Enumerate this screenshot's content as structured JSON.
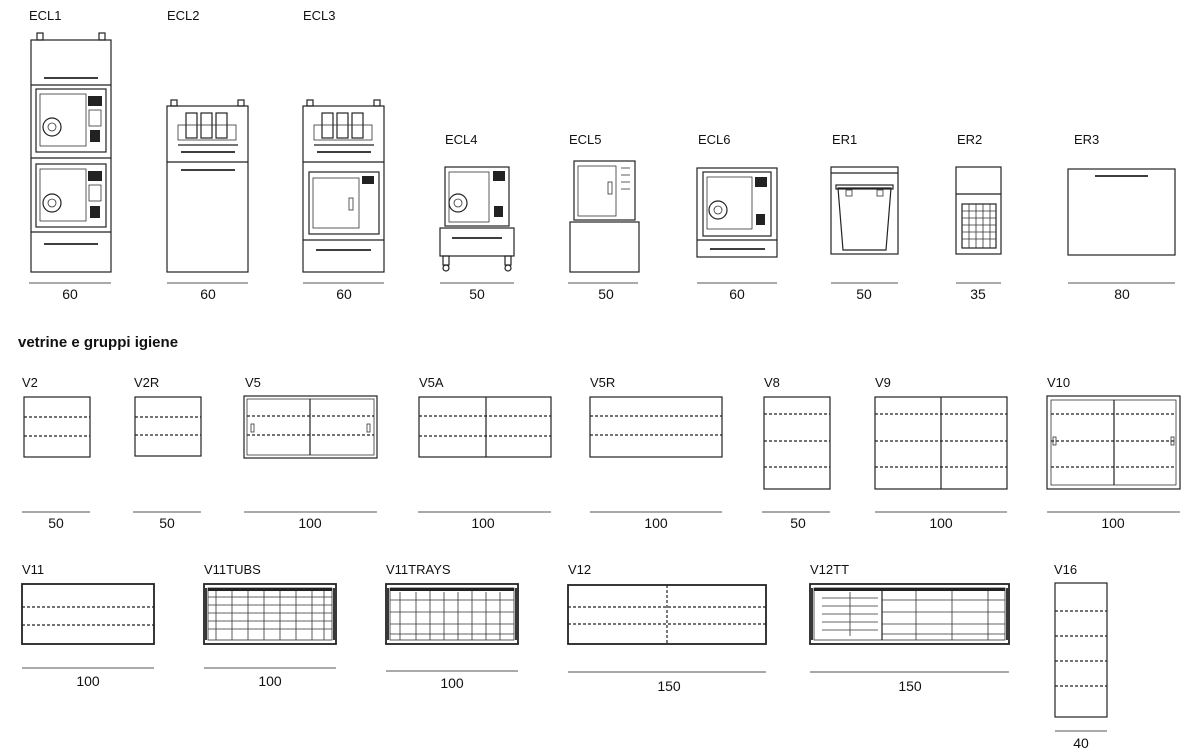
{
  "section_title": "vetrine e gruppi igiene",
  "colors": {
    "line": "#222222",
    "background": "#ffffff"
  },
  "units": [
    {
      "code": "ECL1",
      "width": "60"
    },
    {
      "code": "ECL2",
      "width": "60"
    },
    {
      "code": "ECL3",
      "width": "60"
    },
    {
      "code": "ECL4",
      "width": "50"
    },
    {
      "code": "ECL5",
      "width": "50"
    },
    {
      "code": "ECL6",
      "width": "60"
    },
    {
      "code": "ER1",
      "width": "50"
    },
    {
      "code": "ER2",
      "width": "35"
    },
    {
      "code": "ER3",
      "width": "80"
    }
  ],
  "vetrine_row1": [
    {
      "code": "V2",
      "width": "50"
    },
    {
      "code": "V2R",
      "width": "50"
    },
    {
      "code": "V5",
      "width": "100"
    },
    {
      "code": "V5A",
      "width": "100"
    },
    {
      "code": "V5R",
      "width": "100"
    },
    {
      "code": "V8",
      "width": "50"
    },
    {
      "code": "V9",
      "width": "100"
    },
    {
      "code": "V10",
      "width": "100"
    }
  ],
  "vetrine_row2": [
    {
      "code": "V11",
      "width": "100"
    },
    {
      "code": "V11TUBS",
      "width": "100"
    },
    {
      "code": "V11TRAYS",
      "width": "100"
    },
    {
      "code": "V12",
      "width": "150"
    },
    {
      "code": "V12TT",
      "width": "150"
    },
    {
      "code": "V16",
      "width": "40"
    }
  ]
}
